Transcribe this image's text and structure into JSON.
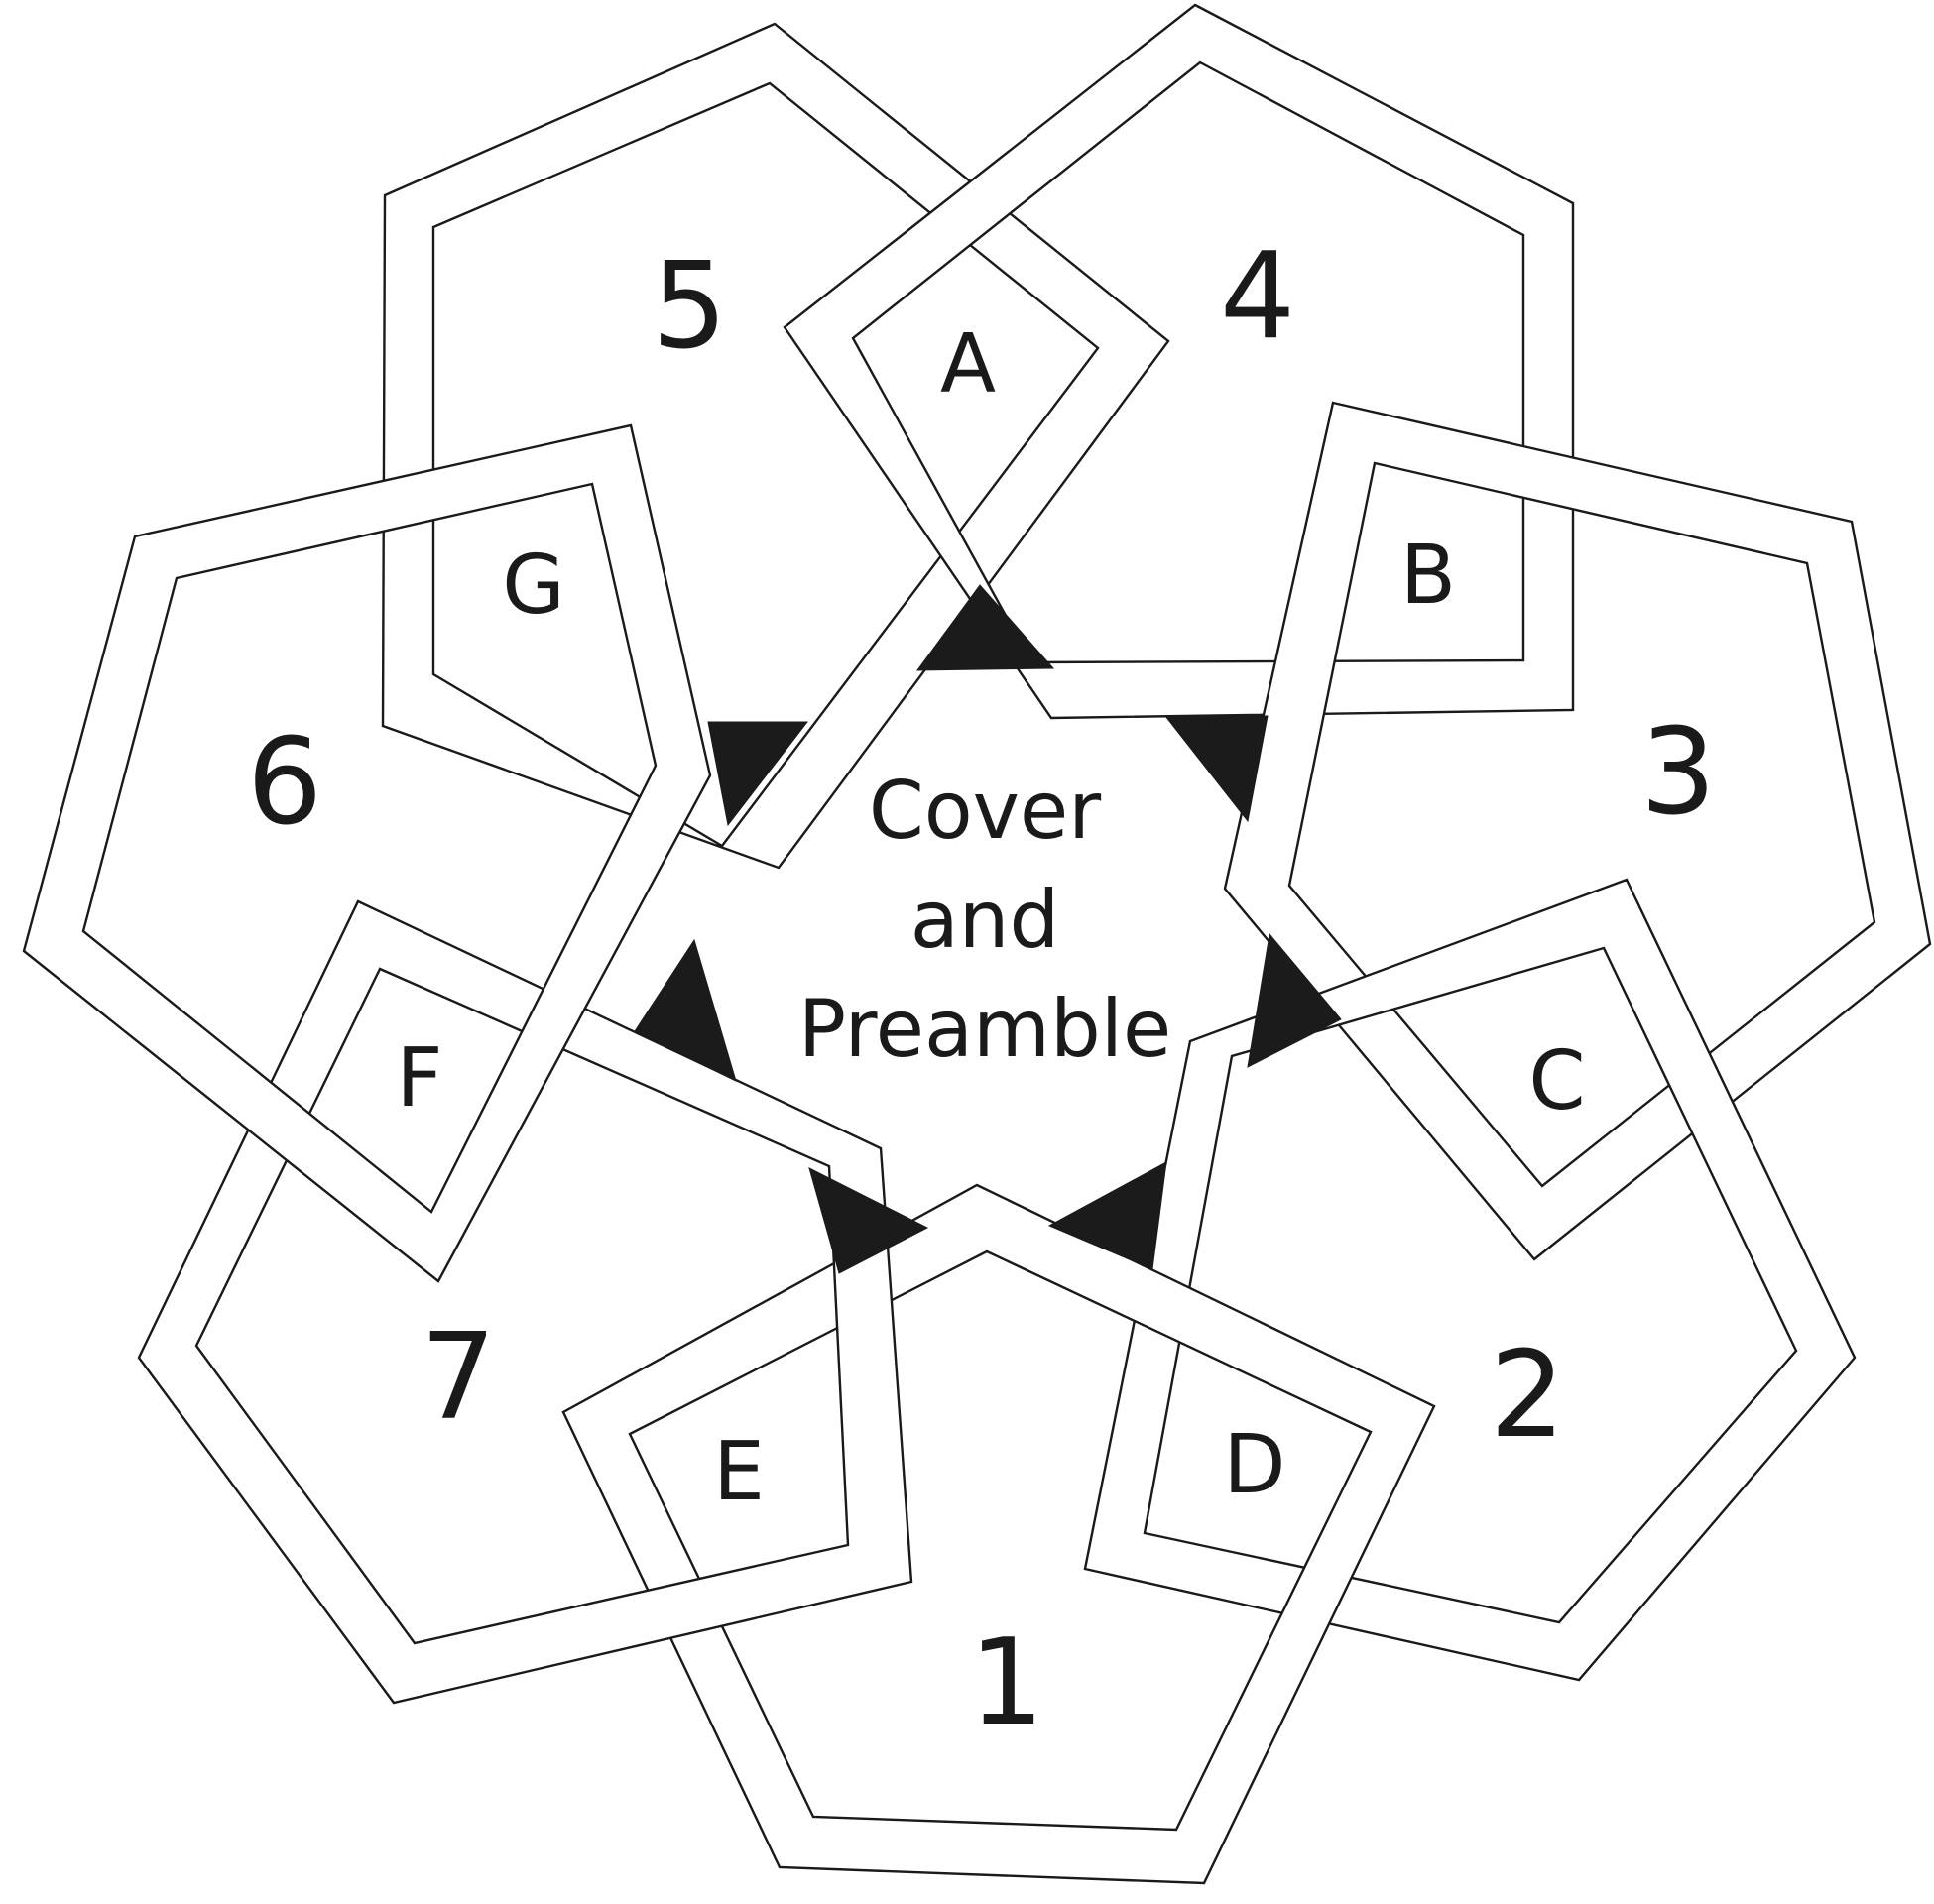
{
  "sections": [
    {
      "id": "1",
      "label": "1"
    },
    {
      "id": "2",
      "label": "2"
    },
    {
      "id": "3",
      "label": "3"
    },
    {
      "id": "4",
      "label": "4"
    },
    {
      "id": "5",
      "label": "5"
    },
    {
      "id": "6",
      "label": "6"
    },
    {
      "id": "7",
      "label": "7"
    }
  ],
  "overlaps": [
    {
      "id": "A",
      "label": "A"
    },
    {
      "id": "B",
      "label": "B"
    },
    {
      "id": "C",
      "label": "C"
    },
    {
      "id": "D",
      "label": "D"
    },
    {
      "id": "E",
      "label": "E"
    },
    {
      "id": "F",
      "label": "F"
    },
    {
      "id": "G",
      "label": "G"
    }
  ],
  "center": {
    "line1": "Cover",
    "line2": "and",
    "line3": "Preamble"
  },
  "colors": {
    "stroke": "#1a1a1a",
    "fill": "#ffffff",
    "accent": "#1b1b1b"
  }
}
